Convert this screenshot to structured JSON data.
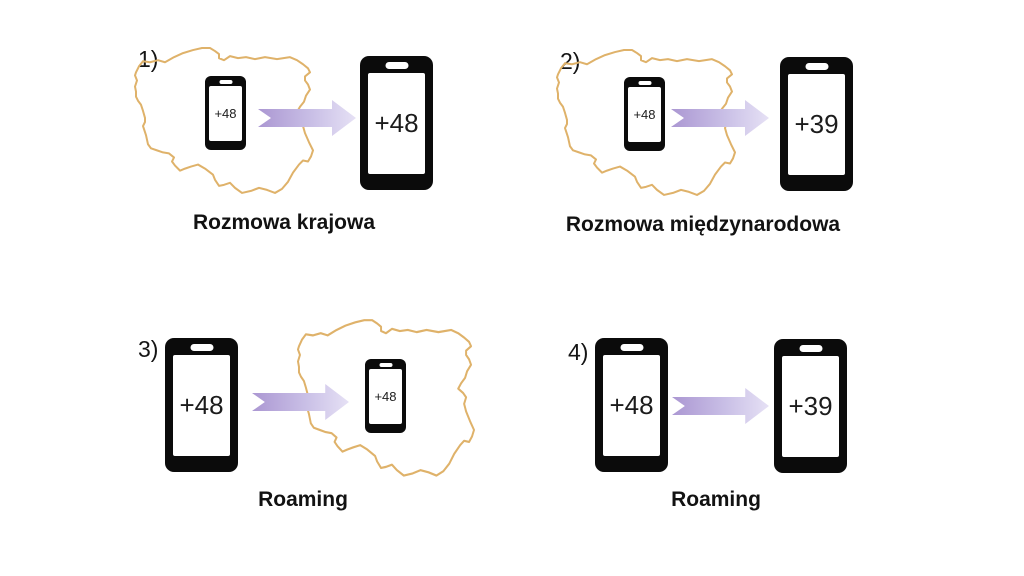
{
  "diagram": {
    "language": "pl",
    "topic": "phone call types: domestic, international, roaming"
  },
  "colors": {
    "background": "#ffffff",
    "map_outline": "#dfb26a",
    "arrow_start": "#ab97d2",
    "arrow_mid": "#c9bfe6",
    "arrow_end": "#e6e1f5",
    "phone_body": "#0b0b0b",
    "text": "#151515"
  },
  "panels": [
    {
      "number": "1)",
      "caption": "Rozmowa krajowa",
      "caller_code": "+48",
      "receiver_code": "+48",
      "map_position": "around-caller"
    },
    {
      "number": "2)",
      "caption": "Rozmowa międzynarodowa",
      "caller_code": "+48",
      "receiver_code": "+39",
      "map_position": "around-caller"
    },
    {
      "number": "3)",
      "caption": "Roaming",
      "caller_code": "+48",
      "receiver_code": "+48",
      "map_position": "around-receiver"
    },
    {
      "number": "4)",
      "caption": "Roaming",
      "caller_code": "+48",
      "receiver_code": "+39",
      "map_position": "none"
    }
  ]
}
